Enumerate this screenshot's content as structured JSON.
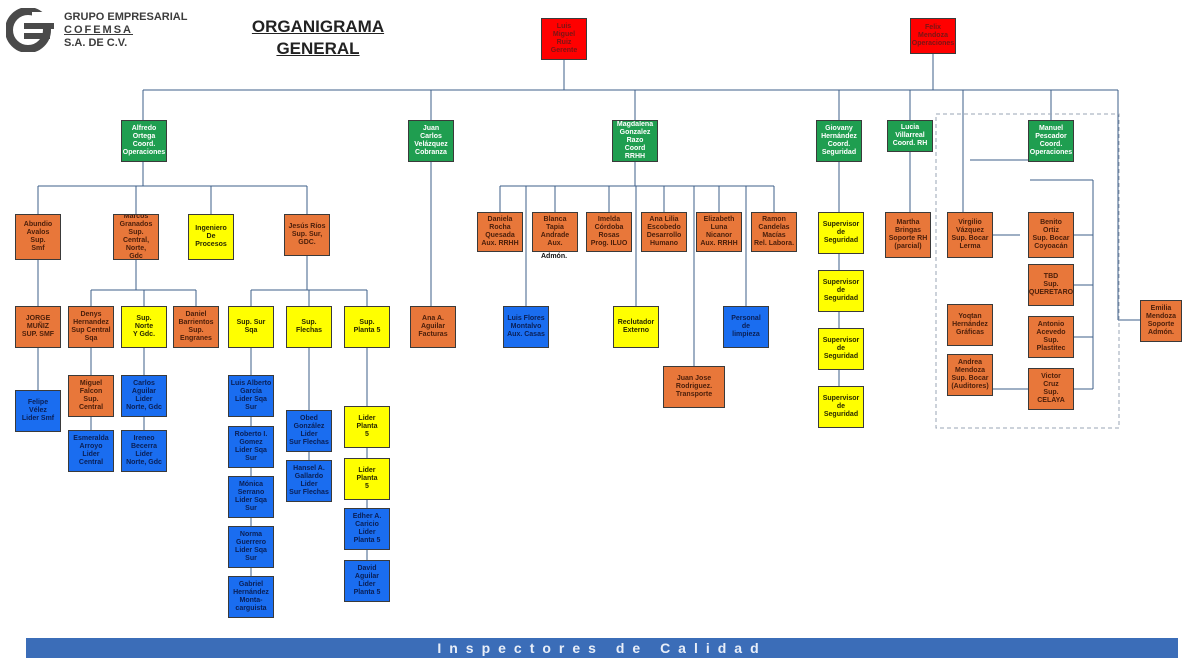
{
  "header": {
    "company_line1": "GRUPO EMPRESARIAL",
    "company_line2": "COFEMSA",
    "company_line3": "S.A. DE C.V.",
    "title_line1": "ORGANIGRAMA",
    "title_line2": "GENERAL"
  },
  "footer": {
    "banner": "Inspectores de Calidad"
  },
  "extra_note": "Admón.",
  "colors": {
    "red": "#ff0000",
    "green": "#1f9e50",
    "orange": "#e8773a",
    "yellow": "#ffff00",
    "blue": "#1a6df0",
    "banner": "#3b6db8",
    "line": "#3d5f8a"
  },
  "nodes": [
    {
      "id": "luis_ruiz",
      "color": "red",
      "text": "Luis\nMiguel\nRuiz\nGerente"
    },
    {
      "id": "felix",
      "color": "red",
      "text": "Felix\nMendoza\nOperaciones"
    },
    {
      "id": "alfredo",
      "color": "green",
      "text": "Alfredo\nOrtega\nCoord.\nOperaciones"
    },
    {
      "id": "juan_carlos",
      "color": "green",
      "text": "Juan\nCarlos\nVelázquez\nCobranza"
    },
    {
      "id": "magdalena",
      "color": "green",
      "text": "Magdalena\nGonzalez\nRazo\nCoord RRHH"
    },
    {
      "id": "giovany",
      "color": "green",
      "text": "Giovany\nHernández\nCoord.\nSeguridad"
    },
    {
      "id": "lucia",
      "color": "green",
      "text": "Lucia\nVillarreal\nCoord. RH"
    },
    {
      "id": "manuel",
      "color": "green",
      "text": "Manuel\nPescador\nCoord.\nOperaciones"
    },
    {
      "id": "abundio",
      "color": "orange",
      "text": "Abundio\nAvalos\nSup.\nSmf"
    },
    {
      "id": "marcos",
      "color": "orange",
      "text": "Marcos\nGranados\nSup.\nCentral, Norte,\nGdc"
    },
    {
      "id": "ingeniero",
      "color": "yellow",
      "text": "Ingeniero\nDe\nProcesos"
    },
    {
      "id": "jesus",
      "color": "orange",
      "text": "Jesús Ríos\nSup. Sur,\nGDC."
    },
    {
      "id": "jorge",
      "color": "orange",
      "text": "JORGE\nMUÑIZ\nSUP. SMF"
    },
    {
      "id": "denys",
      "color": "orange",
      "text": "Denys\nHernandez\nSup Central\nSqa"
    },
    {
      "id": "sup_norte",
      "color": "yellow",
      "text": "Sup.\nNorte\nY Gdc."
    },
    {
      "id": "daniel",
      "color": "orange",
      "text": "Daniel\nBarrientos\nSup.\nEngranes"
    },
    {
      "id": "sup_sur",
      "color": "yellow",
      "text": "Sup. Sur\nSqa"
    },
    {
      "id": "sup_flechas",
      "color": "yellow",
      "text": "Sup.\nFlechas"
    },
    {
      "id": "sup_planta",
      "color": "yellow",
      "text": "Sup.\nPlanta 5"
    },
    {
      "id": "ana",
      "color": "orange",
      "text": "Ana A.\nAguilar\nFacturas"
    },
    {
      "id": "felipe",
      "color": "blue",
      "text": "Felipe\nVélez\nLider Smf"
    },
    {
      "id": "miguel",
      "color": "orange",
      "text": "Miguel\nFalcon\nSup.\nCentral"
    },
    {
      "id": "esmeralda",
      "color": "blue",
      "text": "Esmeralda\nArroyo\nLider\nCentral"
    },
    {
      "id": "carlos",
      "color": "blue",
      "text": "Carlos\nAguilar\nLider\nNorte, Gdc"
    },
    {
      "id": "ireneo",
      "color": "blue",
      "text": "Ireneo\nBecerra\nLider\nNorte, Gdc"
    },
    {
      "id": "luis_garcia",
      "color": "blue",
      "text": "Luis Alberto\nGarcía\nLider Sqa\nSur"
    },
    {
      "id": "roberto",
      "color": "blue",
      "text": "Roberto I.\nGomez\nLider Sqa\nSur"
    },
    {
      "id": "monica",
      "color": "blue",
      "text": "Mónica\nSerrano\nLider Sqa\nSur"
    },
    {
      "id": "norma",
      "color": "blue",
      "text": "Norma\nGuerrero\nLider Sqa\nSur"
    },
    {
      "id": "gabriel",
      "color": "blue",
      "text": "Gabriel\nHernández\nMonta-\ncarguista"
    },
    {
      "id": "obed",
      "color": "blue",
      "text": "Obed\nGonzález\nLider\nSur Flechas"
    },
    {
      "id": "hansel",
      "color": "blue",
      "text": "Hansel A.\nGallardo\nLider\nSur Flechas"
    },
    {
      "id": "lider_p5a",
      "color": "yellow",
      "text": "Lider\nPlanta\n5"
    },
    {
      "id": "lider_p5b",
      "color": "yellow",
      "text": "Lider\nPlanta\n5"
    },
    {
      "id": "edher",
      "color": "blue",
      "text": "Edher A.\nCaricio\nLider\nPlanta 5"
    },
    {
      "id": "david",
      "color": "blue",
      "text": "David\nAguilar\nLider\nPlanta 5"
    },
    {
      "id": "daniela",
      "color": "orange",
      "text": "Daniela\nRocha\nQuesada\nAux. RRHH"
    },
    {
      "id": "blanca",
      "color": "orange",
      "text": "Blanca\nTapia\nAndrade\nAux."
    },
    {
      "id": "imelda",
      "color": "orange",
      "text": "Imelda\nCórdoba\nRosas\nProg. ILUO"
    },
    {
      "id": "ana_lilia",
      "color": "orange",
      "text": "Ana Lilia\nEscobedo\nDesarrollo\nHumano"
    },
    {
      "id": "elizabeth",
      "color": "orange",
      "text": "Elizabeth\nLuna\nNicanor\nAux. RRHH"
    },
    {
      "id": "ramon",
      "color": "orange",
      "text": "Ramon\nCandelas\nMacías\nRel. Labora."
    },
    {
      "id": "luis_flores",
      "color": "blue",
      "text": "Luis Flores\nMontalvo\nAux. Casas"
    },
    {
      "id": "reclutador",
      "color": "yellow",
      "text": "Reclutador\nExterno"
    },
    {
      "id": "personal",
      "color": "blue",
      "text": "Personal\nde\nlimpieza"
    },
    {
      "id": "juan_jose",
      "color": "orange",
      "text": "Juan Jose\nRodriguez.\nTransporte"
    },
    {
      "id": "seg1",
      "color": "yellow",
      "text": "Supervisor\nde\nSeguridad"
    },
    {
      "id": "seg2",
      "color": "yellow",
      "text": "Supervisor\nde\nSeguridad"
    },
    {
      "id": "seg3",
      "color": "yellow",
      "text": "Supervisor\nde\nSeguridad"
    },
    {
      "id": "seg4",
      "color": "yellow",
      "text": "Supervisor\nde\nSeguridad"
    },
    {
      "id": "martha",
      "color": "orange",
      "text": "Martha\nBringas\nSoporte RH\n(parcial)"
    },
    {
      "id": "virgilio",
      "color": "orange",
      "text": "Virgilio\nVázquez\nSup. Bocar\nLerma"
    },
    {
      "id": "yoqtan",
      "color": "orange",
      "text": "Yoqtan\nHernández\nGráficas"
    },
    {
      "id": "andrea",
      "color": "orange",
      "text": "Andrea\nMendoza\nSup. Bocar\n(Auditores)"
    },
    {
      "id": "benito",
      "color": "orange",
      "text": "Benito\nOrtiz\nSup. Bocar\nCoyoacán"
    },
    {
      "id": "tbd",
      "color": "orange",
      "text": "TBD\nSup.\nQUERETARO"
    },
    {
      "id": "antonio",
      "color": "orange",
      "text": "Antonio\nAcevedo\nSup.\nPlastitec"
    },
    {
      "id": "victor",
      "color": "orange",
      "text": "Victor\nCruz\nSup.\nCELAYA"
    },
    {
      "id": "emilia",
      "color": "orange",
      "text": "Emilia\nMendoza\nSoporte\nAdmón."
    }
  ]
}
